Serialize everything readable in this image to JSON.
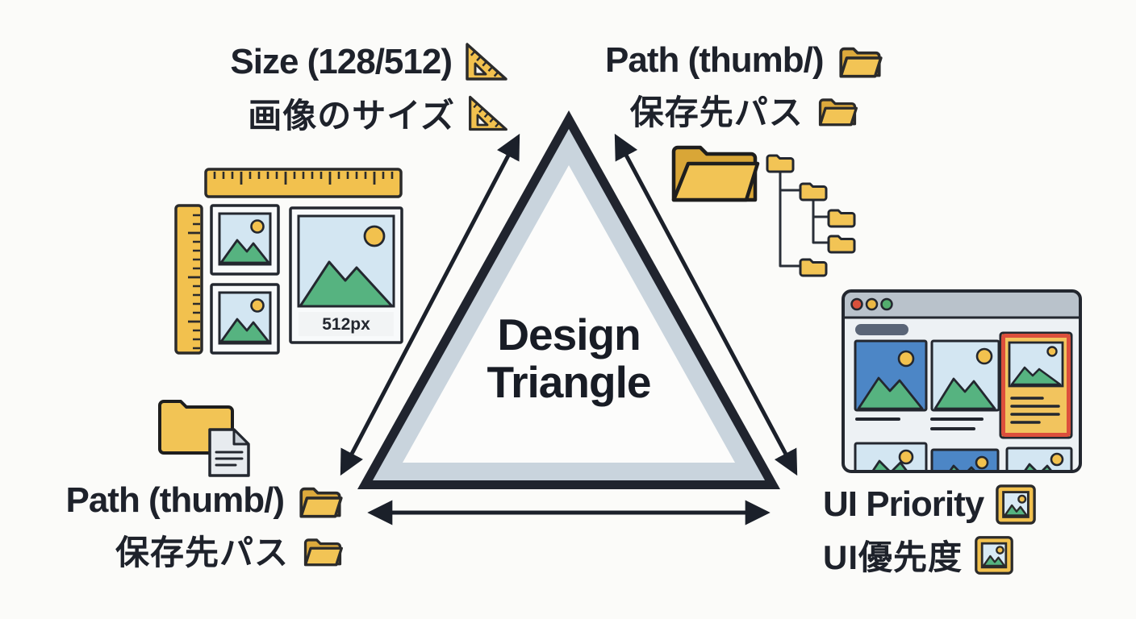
{
  "diagram": {
    "title": "Design Triangle",
    "background_color": "#FBFBF9",
    "outline_color": "#20242E",
    "triangle": {
      "band_color": "#C9D4DD",
      "fill_color": "#FCFCFB"
    },
    "corners": {
      "top_left": {
        "label_en": "Size (128/512)",
        "label_ja": "画像のサイズ",
        "icon": "set-square-icon"
      },
      "top_right": {
        "label_en": "Path (thumb/)",
        "label_ja": "保存先パス",
        "icon": "open-folder-icon"
      },
      "bottom_left": {
        "label_en": "Path (thumb/)",
        "label_ja": "保存先パス",
        "icon": "open-folder-icon"
      },
      "bottom_right": {
        "label_en": "UI Priority",
        "label_ja": "UI優先度",
        "icon": "picture-icon"
      }
    },
    "illustrations": {
      "size": {
        "caption": "512px",
        "items": [
          "horizontal-ruler",
          "vertical-ruler",
          "small-image-thumbnail",
          "small-image-thumbnail",
          "large-image-thumbnail"
        ]
      },
      "path_top": {
        "items": [
          "open-folder",
          "folder-tree"
        ]
      },
      "path_bottom": {
        "items": [
          "closed-folder",
          "document"
        ]
      },
      "ui_priority": {
        "items": [
          "browser-window",
          "image-grid",
          "highlighted-card"
        ]
      }
    },
    "colors": {
      "accent_yellow": "#F2C14E",
      "folder_yellow": "#F2C455",
      "folder_dark_yellow": "#D9A637",
      "highlight_orange": "#DC4F3C",
      "mountain_green": "#56B380",
      "sky_blue": "#D3E6F2",
      "card_blue": "#4C86C6",
      "window_gray": "#EDF1F4",
      "titlebar_gray": "#B9C2CB",
      "dot_red": "#D9503C",
      "dot_yellow": "#EBB844",
      "dot_green": "#53AE6E"
    }
  }
}
